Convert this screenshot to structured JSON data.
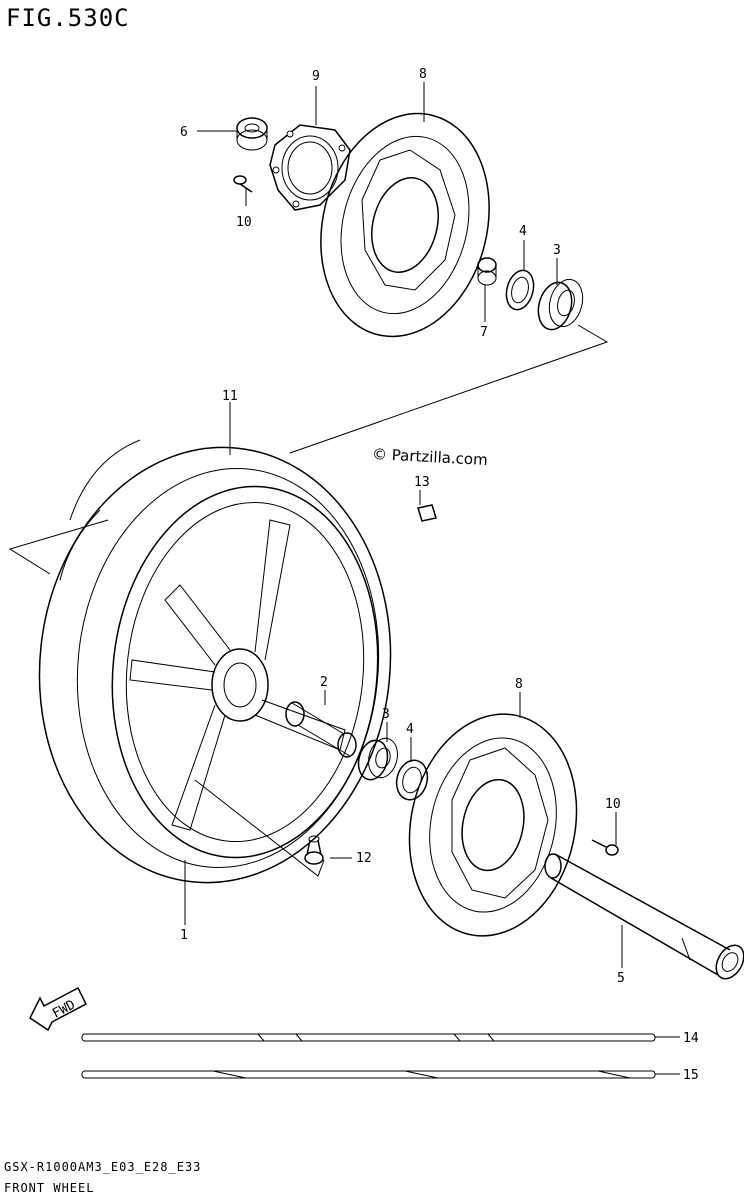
{
  "figure": {
    "title": "FIG.530C",
    "watermark": "© Partzilla.com",
    "model_code": "GSX-R1000AM3_E03_E28_E33",
    "section_name": "FRONT WHEEL",
    "fwd_label": "FWD"
  },
  "callouts": [
    "1",
    "2",
    "3",
    "3",
    "4",
    "4",
    "5",
    "6",
    "7",
    "8",
    "8",
    "9",
    "10",
    "10",
    "11",
    "12",
    "13",
    "14",
    "15"
  ]
}
